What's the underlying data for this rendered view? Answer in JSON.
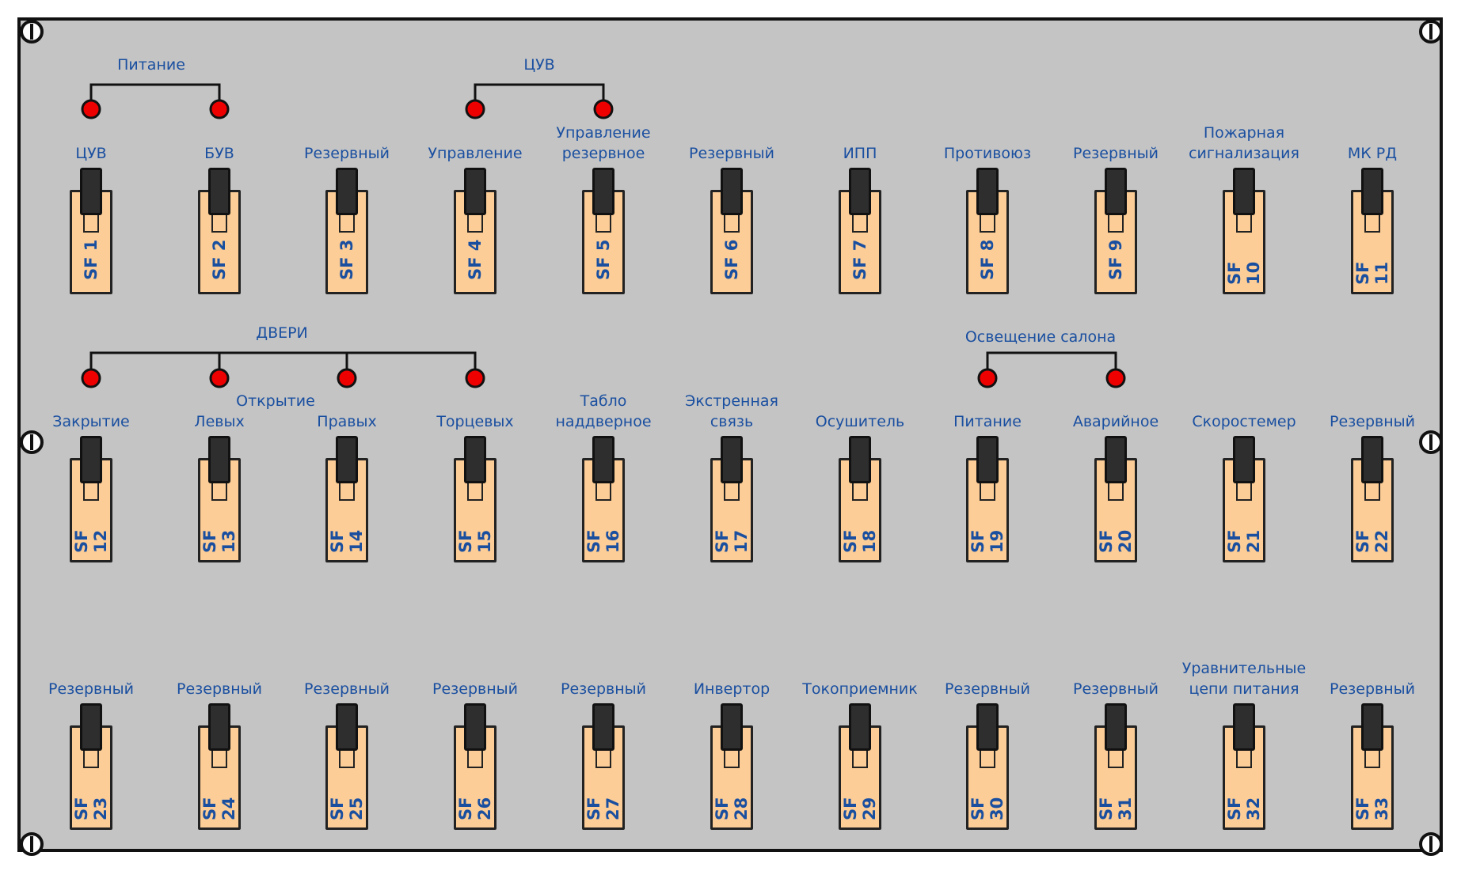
{
  "colors": {
    "panel": "#c4c4c4",
    "breaker_body": "#fccd96",
    "label_text": "#1a4fa0",
    "indicator": "#ee0000"
  },
  "groups": [
    {
      "label": "Питание"
    },
    {
      "label": "ЦУВ"
    },
    {
      "label": "ДВЕРИ"
    },
    {
      "label": "Открытие"
    },
    {
      "label": "Освещение салона"
    }
  ],
  "breakers": [
    {
      "code": "SF 1",
      "label": "ЦУВ"
    },
    {
      "code": "SF 2",
      "label": "БУВ"
    },
    {
      "code": "SF 3",
      "label": "Резервный"
    },
    {
      "code": "SF 4",
      "label": "Управление"
    },
    {
      "code": "SF 5",
      "label": "Управление\nрезервное"
    },
    {
      "code": "SF 6",
      "label": "Резервный"
    },
    {
      "code": "SF 7",
      "label": "ИПП"
    },
    {
      "code": "SF 8",
      "label": "Противоюз"
    },
    {
      "code": "SF 9",
      "label": "Резервный"
    },
    {
      "code": "SF 10",
      "label": "Пожарная\nсигнализация"
    },
    {
      "code": "SF 11",
      "label": "МК  РД"
    },
    {
      "code": "SF 12",
      "label": "Закрытие"
    },
    {
      "code": "SF 13",
      "label": "Левых"
    },
    {
      "code": "SF 14",
      "label": "Правых"
    },
    {
      "code": "SF 15",
      "label": "Торцевых"
    },
    {
      "code": "SF 16",
      "label": "Табло\nнаддверное"
    },
    {
      "code": "SF 17",
      "label": "Экстренная\nсвязь"
    },
    {
      "code": "SF 18",
      "label": "Осушитель"
    },
    {
      "code": "SF 19",
      "label": "Питание"
    },
    {
      "code": "SF 20",
      "label": "Аварийное"
    },
    {
      "code": "SF 21",
      "label": "Скоростемер"
    },
    {
      "code": "SF 22",
      "label": "Резервный"
    },
    {
      "code": "SF 23",
      "label": "Резервный"
    },
    {
      "code": "SF 24",
      "label": "Резервный"
    },
    {
      "code": "SF 25",
      "label": "Резервный"
    },
    {
      "code": "SF 26",
      "label": "Резервный"
    },
    {
      "code": "SF 27",
      "label": "Резервный"
    },
    {
      "code": "SF 28",
      "label": "Инвертор"
    },
    {
      "code": "SF 29",
      "label": "Токоприемник"
    },
    {
      "code": "SF 30",
      "label": "Резервный"
    },
    {
      "code": "SF 31",
      "label": "Резервный"
    },
    {
      "code": "SF 32",
      "label": "Уравнительные\nцепи питания"
    },
    {
      "code": "SF 33",
      "label": "Резервный"
    }
  ]
}
